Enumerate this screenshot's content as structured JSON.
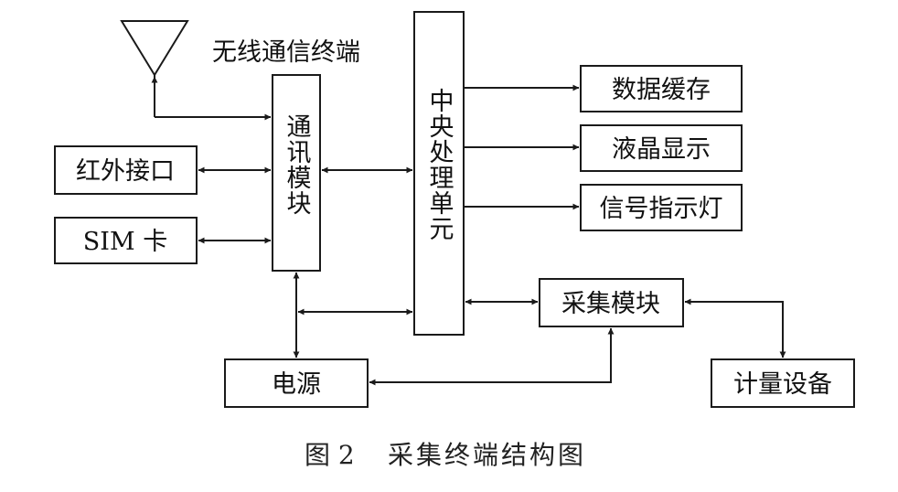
{
  "nodes": {
    "antenna_label": "无线通信终端",
    "comm_module": "通讯模块",
    "infrared": "红外接口",
    "sim": "SIM 卡",
    "cpu": "中央处理单元",
    "data_cache": "数据缓存",
    "lcd": "液晶显示",
    "signal_light": "信号指示灯",
    "acquisition": "采集模块",
    "power": "电源",
    "meter": "计量设备"
  },
  "caption": {
    "figure_no": "图 2",
    "title": "采集终端结构图"
  },
  "colors": {
    "line": "#1a1a1a",
    "text": "#111111",
    "background": "#ffffff"
  }
}
